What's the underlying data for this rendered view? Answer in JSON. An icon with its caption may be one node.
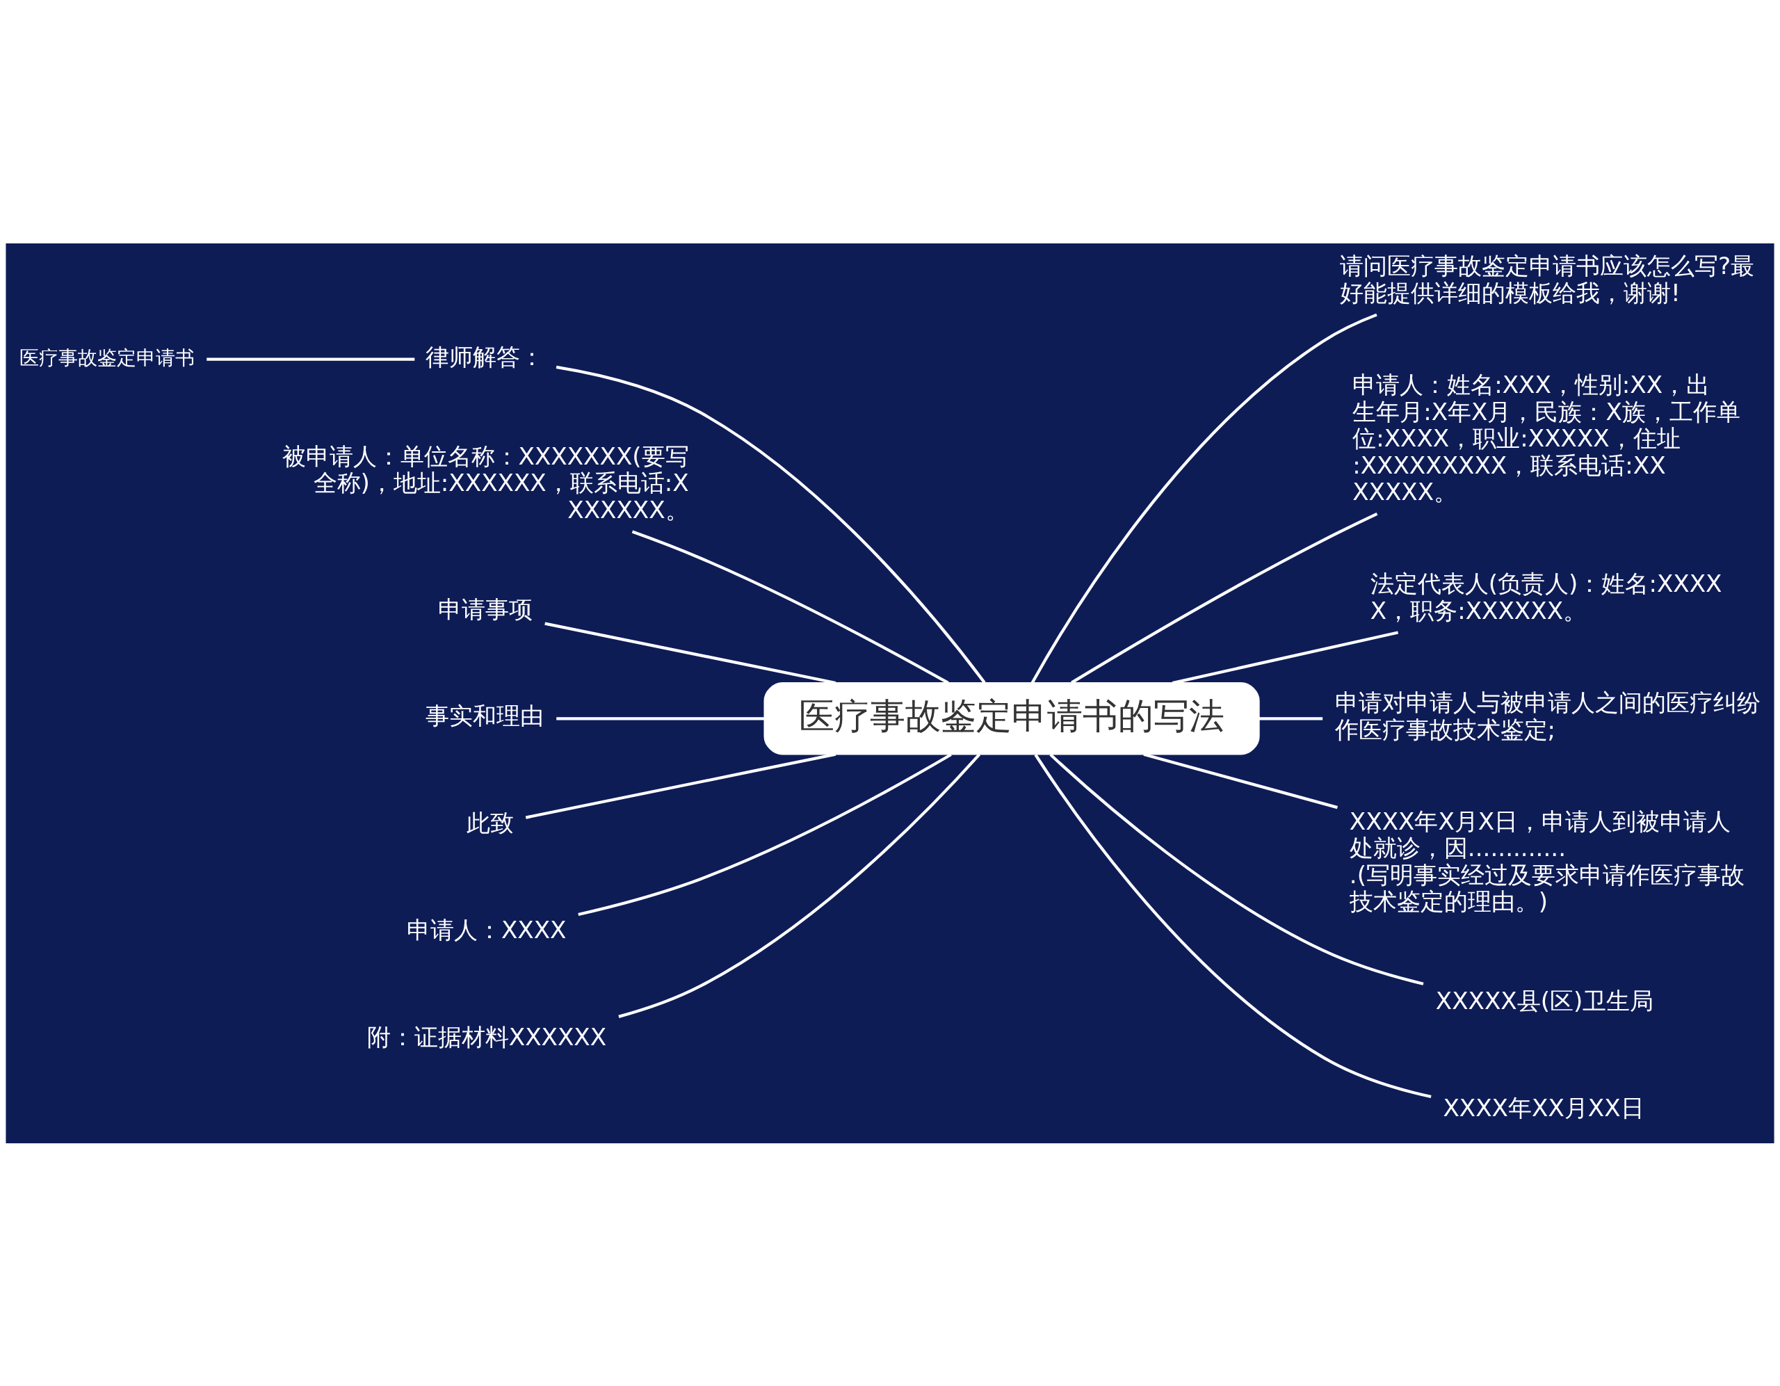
{
  "diagram": {
    "nodes": [
      {
        "text": [
          "医疗事故鉴定申请书的写法"
        ]
      },
      {
        "text": [
          "律师解答："
        ]
      },
      {
        "text": [
          "医疗事故鉴定申请书"
        ]
      },
      {
        "text": [
          "被申请人：单位名称：XXXXXXX(要写全称)，地址:XXXXXX，联系电话:XXXXXXX。"
        ]
      },
      {
        "text": [
          "申请事项"
        ]
      },
      {
        "text": [
          "事实和理由"
        ]
      },
      {
        "text": [
          "此致"
        ]
      },
      {
        "text": [
          "申请人：XXXX"
        ]
      },
      {
        "text": [
          "附：证据材料XXXXXX"
        ]
      },
      {
        "text": [
          "请问医疗事故鉴定申请书应该怎么写?最好能提供详细的模板给我，谢谢!"
        ]
      },
      {
        "text": [
          "申请人：姓名:XXX，性别:XX，出生年月:X年X月，民族：X族，工作单位:XXXX，职业:XXXXX，住址:XXXXXXXXX，联系电话:XXXXXXX。"
        ]
      },
      {
        "text": [
          "法定代表人(负责人)：姓名:XXXXX，职务:XXXXXX。"
        ]
      },
      {
        "text": [
          "申请对申请人与被申请人之间的医疗纠纷作医疗事故技术鉴定;"
        ]
      },
      {
        "text": [
          "XXXX年X月X日，申请人到被申请人处就诊，因..............(写明事实经过及要求申请作医疗事故技术鉴定的理由。)"
        ]
      },
      {
        "text": [
          "XXXXX县(区)卫生局"
        ]
      },
      {
        "text": [
          "XXXX年XX月XX日"
        ]
      }
    ],
    "edges": [
      {
        "from": 0,
        "to": 1,
        "arrow": "none"
      },
      {
        "from": 1,
        "to": 2,
        "arrow": "none"
      },
      {
        "from": 0,
        "to": 3,
        "arrow": "none"
      },
      {
        "from": 0,
        "to": 4,
        "arrow": "none"
      },
      {
        "from": 0,
        "to": 5,
        "arrow": "none"
      },
      {
        "from": 0,
        "to": 6,
        "arrow": "none"
      },
      {
        "from": 0,
        "to": 7,
        "arrow": "none"
      },
      {
        "from": 0,
        "to": 8,
        "arrow": "none"
      },
      {
        "from": 0,
        "to": 9,
        "arrow": "none"
      },
      {
        "from": 0,
        "to": 10,
        "arrow": "none"
      },
      {
        "from": 0,
        "to": 11,
        "arrow": "none"
      },
      {
        "from": 0,
        "to": 12,
        "arrow": "none"
      },
      {
        "from": 0,
        "to": 13,
        "arrow": "none"
      },
      {
        "from": 0,
        "to": 14,
        "arrow": "none"
      },
      {
        "from": 0,
        "to": 15,
        "arrow": "none"
      }
    ]
  }
}
